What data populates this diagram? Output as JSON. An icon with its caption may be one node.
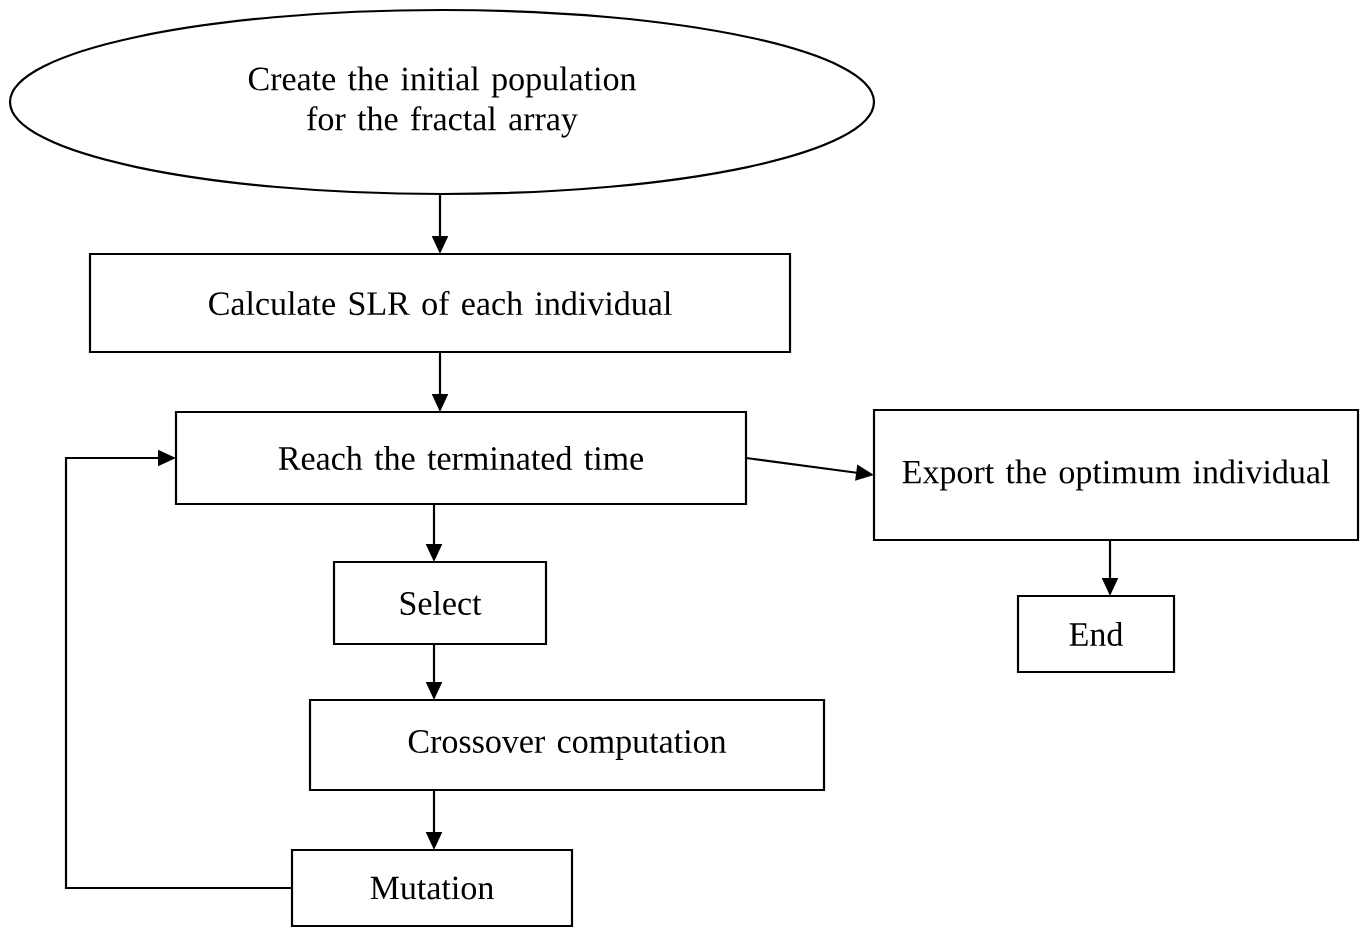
{
  "diagram": {
    "nodes": [
      {
        "text": [
          "Create the initial population for the fractal array"
        ]
      },
      {
        "text": [
          "Calculate SLR of each individual"
        ]
      },
      {
        "text": [
          "Reach the terminated time"
        ]
      },
      {
        "text": [
          "Export the optimum individual"
        ]
      },
      {
        "text": [
          "Select"
        ]
      },
      {
        "text": [
          "End"
        ]
      },
      {
        "text": [
          "Crossover computation"
        ]
      },
      {
        "text": [
          "Mutation"
        ]
      }
    ],
    "edges": [
      {
        "from": 0,
        "to": 1,
        "arrow": "to"
      },
      {
        "from": 1,
        "to": 2,
        "arrow": "to"
      },
      {
        "from": 2,
        "to": 3,
        "arrow": "to"
      },
      {
        "from": 2,
        "to": 4,
        "arrow": "to"
      },
      {
        "from": 3,
        "to": 5,
        "arrow": "to"
      },
      {
        "from": 4,
        "to": 6,
        "arrow": "to"
      },
      {
        "from": 6,
        "to": 7,
        "arrow": "to"
      },
      {
        "from": 7,
        "to": 2,
        "arrow": "to"
      }
    ]
  }
}
